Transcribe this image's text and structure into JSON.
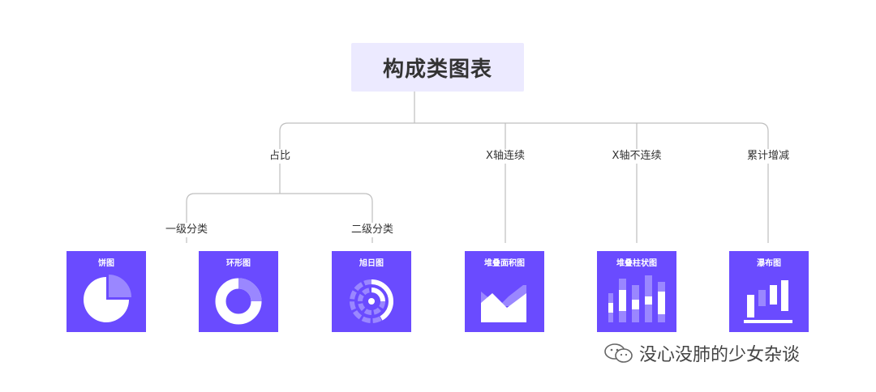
{
  "root": {
    "title": "构成类图表"
  },
  "branches": [
    {
      "label": "占比"
    },
    {
      "label": "X轴连续"
    },
    {
      "label": "X轴不连续"
    },
    {
      "label": "累计增减"
    }
  ],
  "sub_branches": [
    {
      "label": "一级分类"
    },
    {
      "label": "二级分类"
    }
  ],
  "cards": [
    {
      "title": "饼图",
      "icon": "pie-chart-icon"
    },
    {
      "title": "环形图",
      "icon": "donut-chart-icon"
    },
    {
      "title": "旭日图",
      "icon": "sunburst-chart-icon"
    },
    {
      "title": "堆叠面积图",
      "icon": "stacked-area-chart-icon"
    },
    {
      "title": "堆叠柱状图",
      "icon": "stacked-bar-chart-icon"
    },
    {
      "title": "瀑布图",
      "icon": "waterfall-chart-icon"
    }
  ],
  "colors": {
    "card": "#6A4BFF",
    "card_light": "#9A87FF",
    "root_bg": "#ECEAFF",
    "line": "#BFBFBF"
  },
  "watermark": {
    "text": "没心没肺的少女杂谈",
    "icon": "wechat-icon"
  }
}
